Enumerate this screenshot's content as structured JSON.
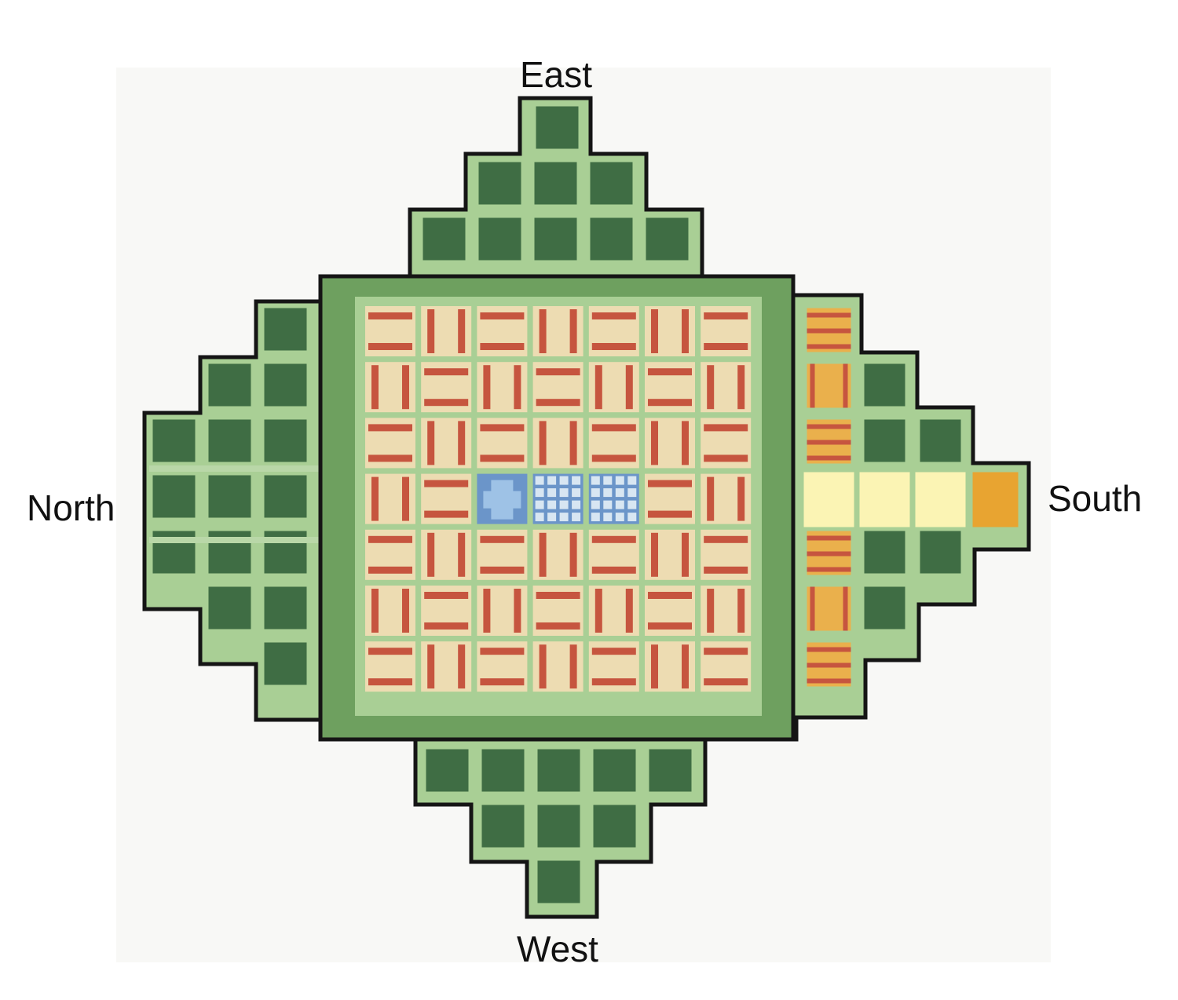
{
  "directions": {
    "east": "East",
    "west": "West",
    "north": "North",
    "south": "South"
  },
  "colors": {
    "outline": "#151515",
    "light_green": "#a9cf95",
    "moat_green": "#6ea05f",
    "dark_green": "#3f6d44",
    "path_green": "#b9d7a8",
    "cream": "#eddcb2",
    "brick": "#c6553f",
    "blue": "#6b95c9",
    "blue_light": "#9ec2e6",
    "blue_grid": "#d8e6f2",
    "pale_yellow": "#fbf4b4",
    "orange": "#e8a431",
    "orange_light": "#eab04c"
  },
  "inner_grid": {
    "rows": 7,
    "cols": 7,
    "palace": {
      "row": 3,
      "cols": [
        2,
        3,
        4
      ]
    }
  },
  "left_wing_rows": [
    1,
    2,
    3,
    3,
    3,
    2,
    1
  ],
  "right_wing_rows": [
    [
      "orange"
    ],
    [
      "orange-v",
      "green"
    ],
    [
      "orange",
      "green",
      "green"
    ],
    [
      "yellow",
      "yellow",
      "yellow",
      "orange-solid"
    ],
    [
      "orange",
      "green",
      "green"
    ],
    [
      "orange-v",
      "green"
    ],
    [
      "orange"
    ]
  ],
  "top_wing_rows": [
    1,
    3,
    5
  ],
  "bottom_wing_rows": [
    5,
    3,
    1
  ]
}
